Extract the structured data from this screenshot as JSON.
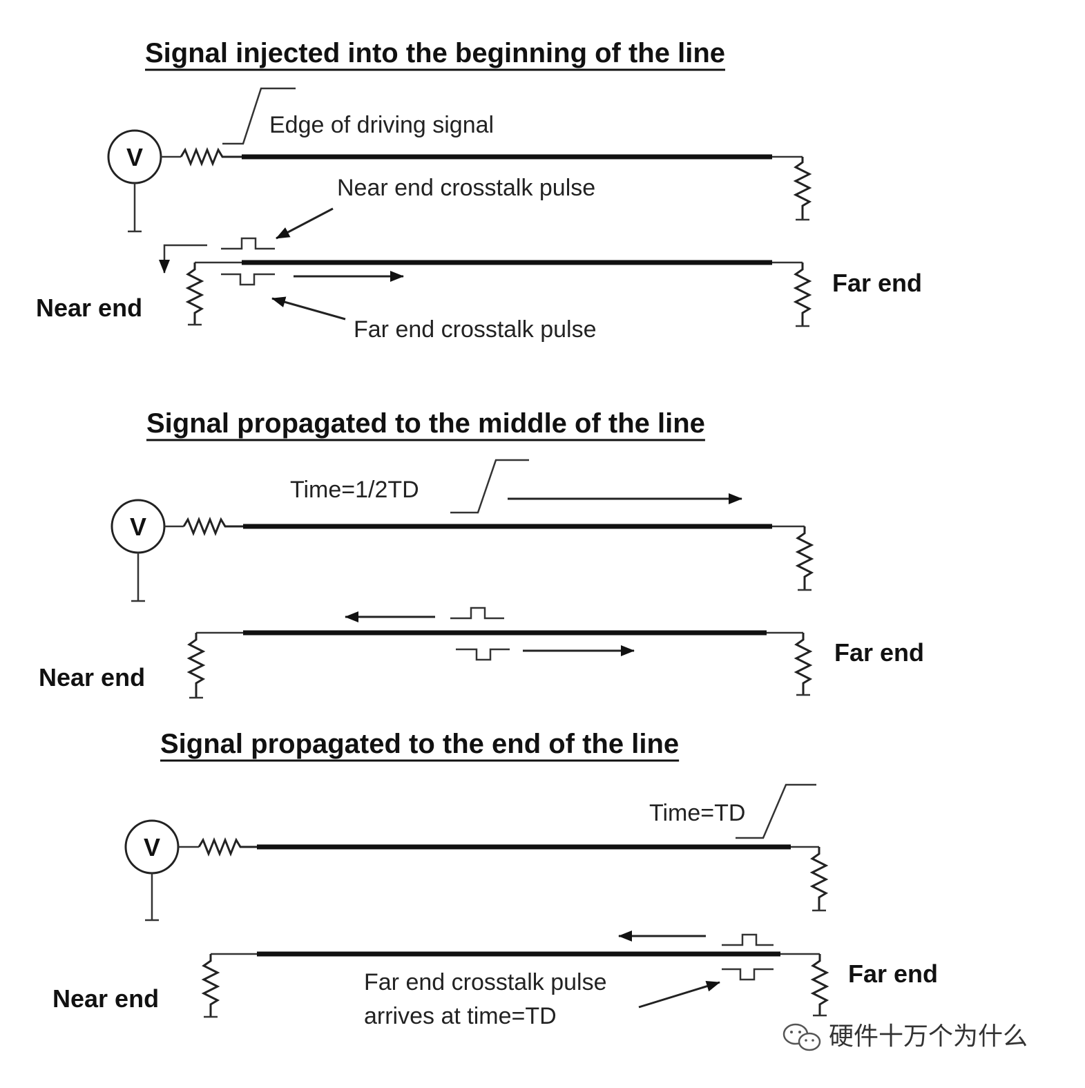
{
  "panels": [
    {
      "title": "Signal injected into the beginning of the line",
      "source_label": "V",
      "edge_label": "Edge of driving signal",
      "near_pulse_label": "Near end crosstalk pulse",
      "far_pulse_label": "Far end crosstalk pulse",
      "near_end_label": "Near end",
      "far_end_label": "Far end"
    },
    {
      "title": "Signal propagated to the middle of the line",
      "source_label": "V",
      "time_label": "Time=1/2TD",
      "near_end_label": "Near end",
      "far_end_label": "Far end"
    },
    {
      "title": "Signal propagated to the end of the line",
      "source_label": "V",
      "time_label": "Time=TD",
      "far_pulse_label_line1": "Far end crosstalk pulse",
      "far_pulse_label_line2": "arrives at time=TD",
      "near_end_label": "Near end",
      "far_end_label": "Far end"
    }
  ],
  "watermark": "硬件十万个为什么",
  "watermark_icon": "wechat-icon"
}
